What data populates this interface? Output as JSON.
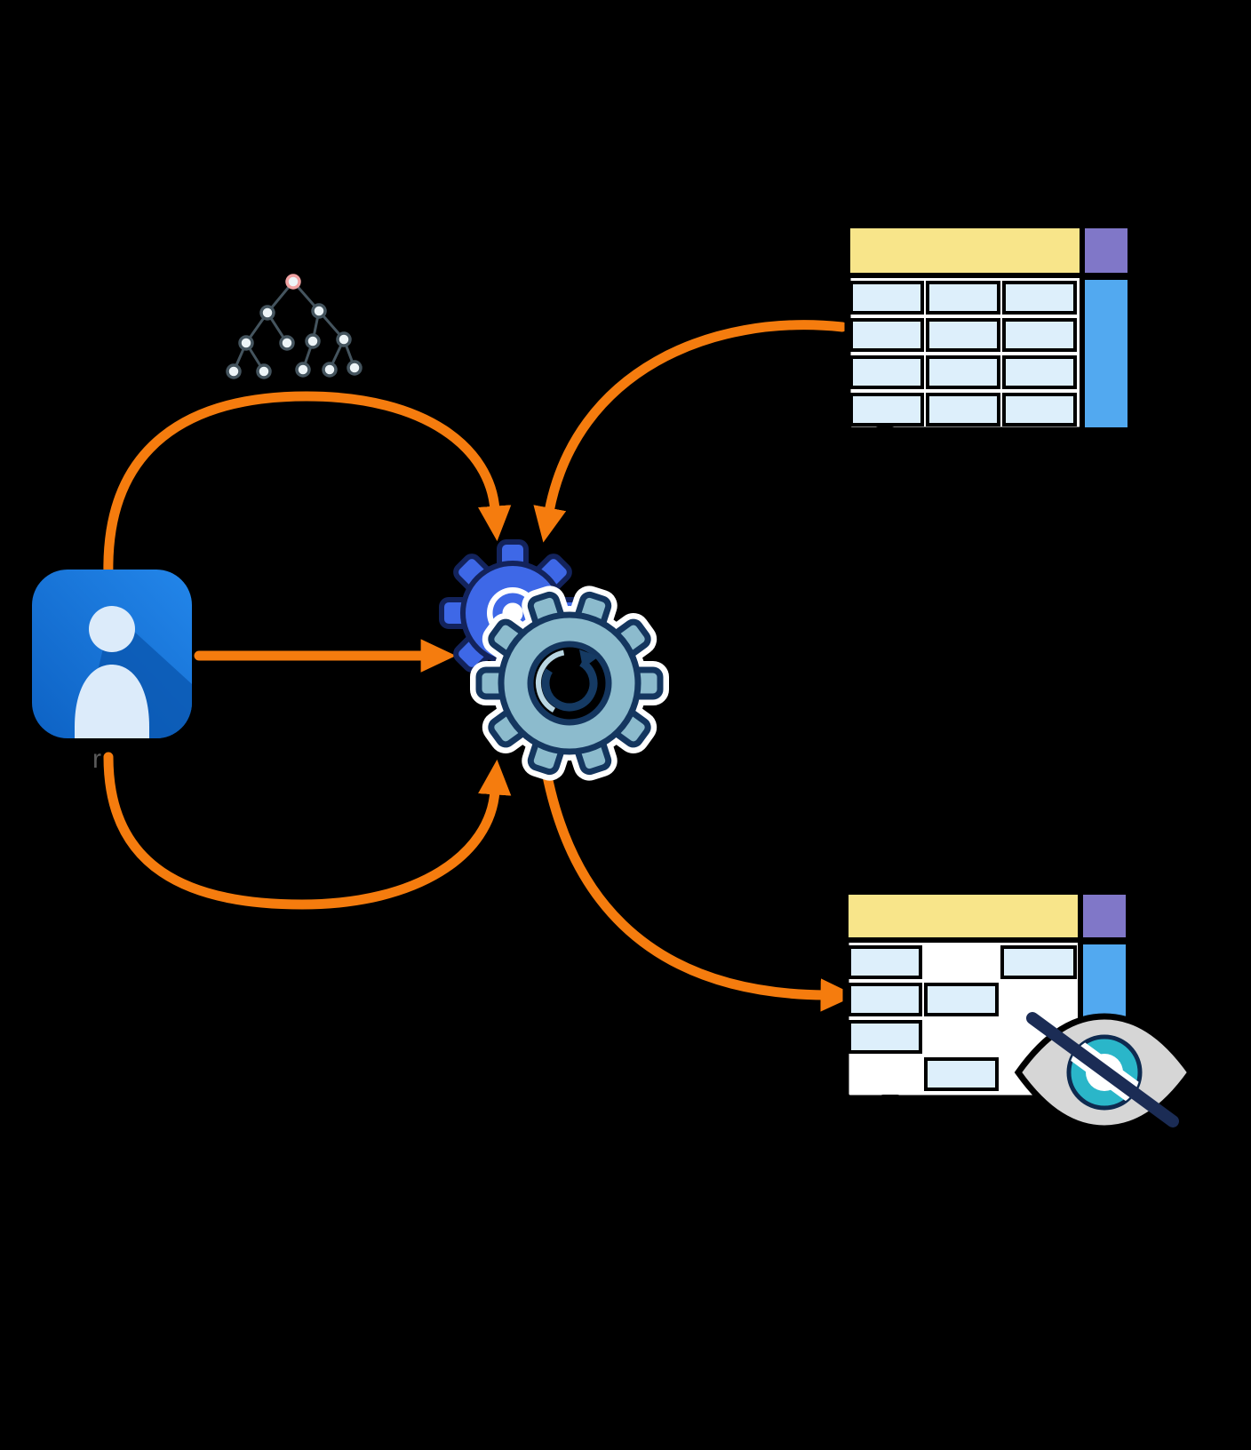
{
  "colors": {
    "background": "#000000",
    "arrow": "#F57C0E",
    "tree_edge": "#44545E",
    "tree_node_fill": "#EDF4F7",
    "tree_node_stroke": "#44545E",
    "tree_root_stroke": "#F0A2A2",
    "user_blue_light": "#2386EA",
    "user_blue": "#0D62C4",
    "user_blue_dark": "#0A55AD",
    "user_person": "#DCEBFA",
    "gear_blue": "#3E68E7",
    "gear_blue_outline": "#13235C",
    "gear_blue_hole": "#FFFFFF",
    "gear_teal": "#8CBBCD",
    "gear_teal_outline": "#14365F",
    "gear_halo": "#FFFFFF",
    "gear_refresh_arrow": "#153A63",
    "gear_crescent": "#B9D6E2",
    "table_bg": "#FFFFFF",
    "table_outline": "#000000",
    "table_header": "#F8E58A",
    "table_corner": "#8077C8",
    "table_scrollbar": "#52A9F0",
    "table_cell": "#DDEFFB",
    "notch": "#000000",
    "eye_fill": "#D6D6D6",
    "eye_outline": "#000000",
    "eye_iris": "#2AB6C9",
    "eye_iris_outline": "#0E2A50",
    "eye_center": "#FFFFFF",
    "eye_slash": "#1B2C55",
    "label_color": "#5A5A5A"
  },
  "labels": {
    "user_fragment": "r"
  },
  "diagram": {
    "nodes": [
      {
        "id": "decision-tree",
        "icon": "tree-icon"
      },
      {
        "id": "user",
        "icon": "user-icon"
      },
      {
        "id": "process",
        "icon": "gears-icon"
      },
      {
        "id": "data-table",
        "icon": "table-icon"
      },
      {
        "id": "masked-table",
        "icon": "table-hidden-eye-icon"
      }
    ],
    "arrows": [
      {
        "from": "user",
        "to": "process",
        "shape": "top-arc"
      },
      {
        "from": "data-table",
        "to": "process",
        "shape": "arc"
      },
      {
        "from": "user",
        "to": "process",
        "shape": "straight"
      },
      {
        "from": "user",
        "to": "process",
        "shape": "bottom-arc"
      },
      {
        "from": "process",
        "to": "masked-table",
        "shape": "arc"
      }
    ]
  }
}
